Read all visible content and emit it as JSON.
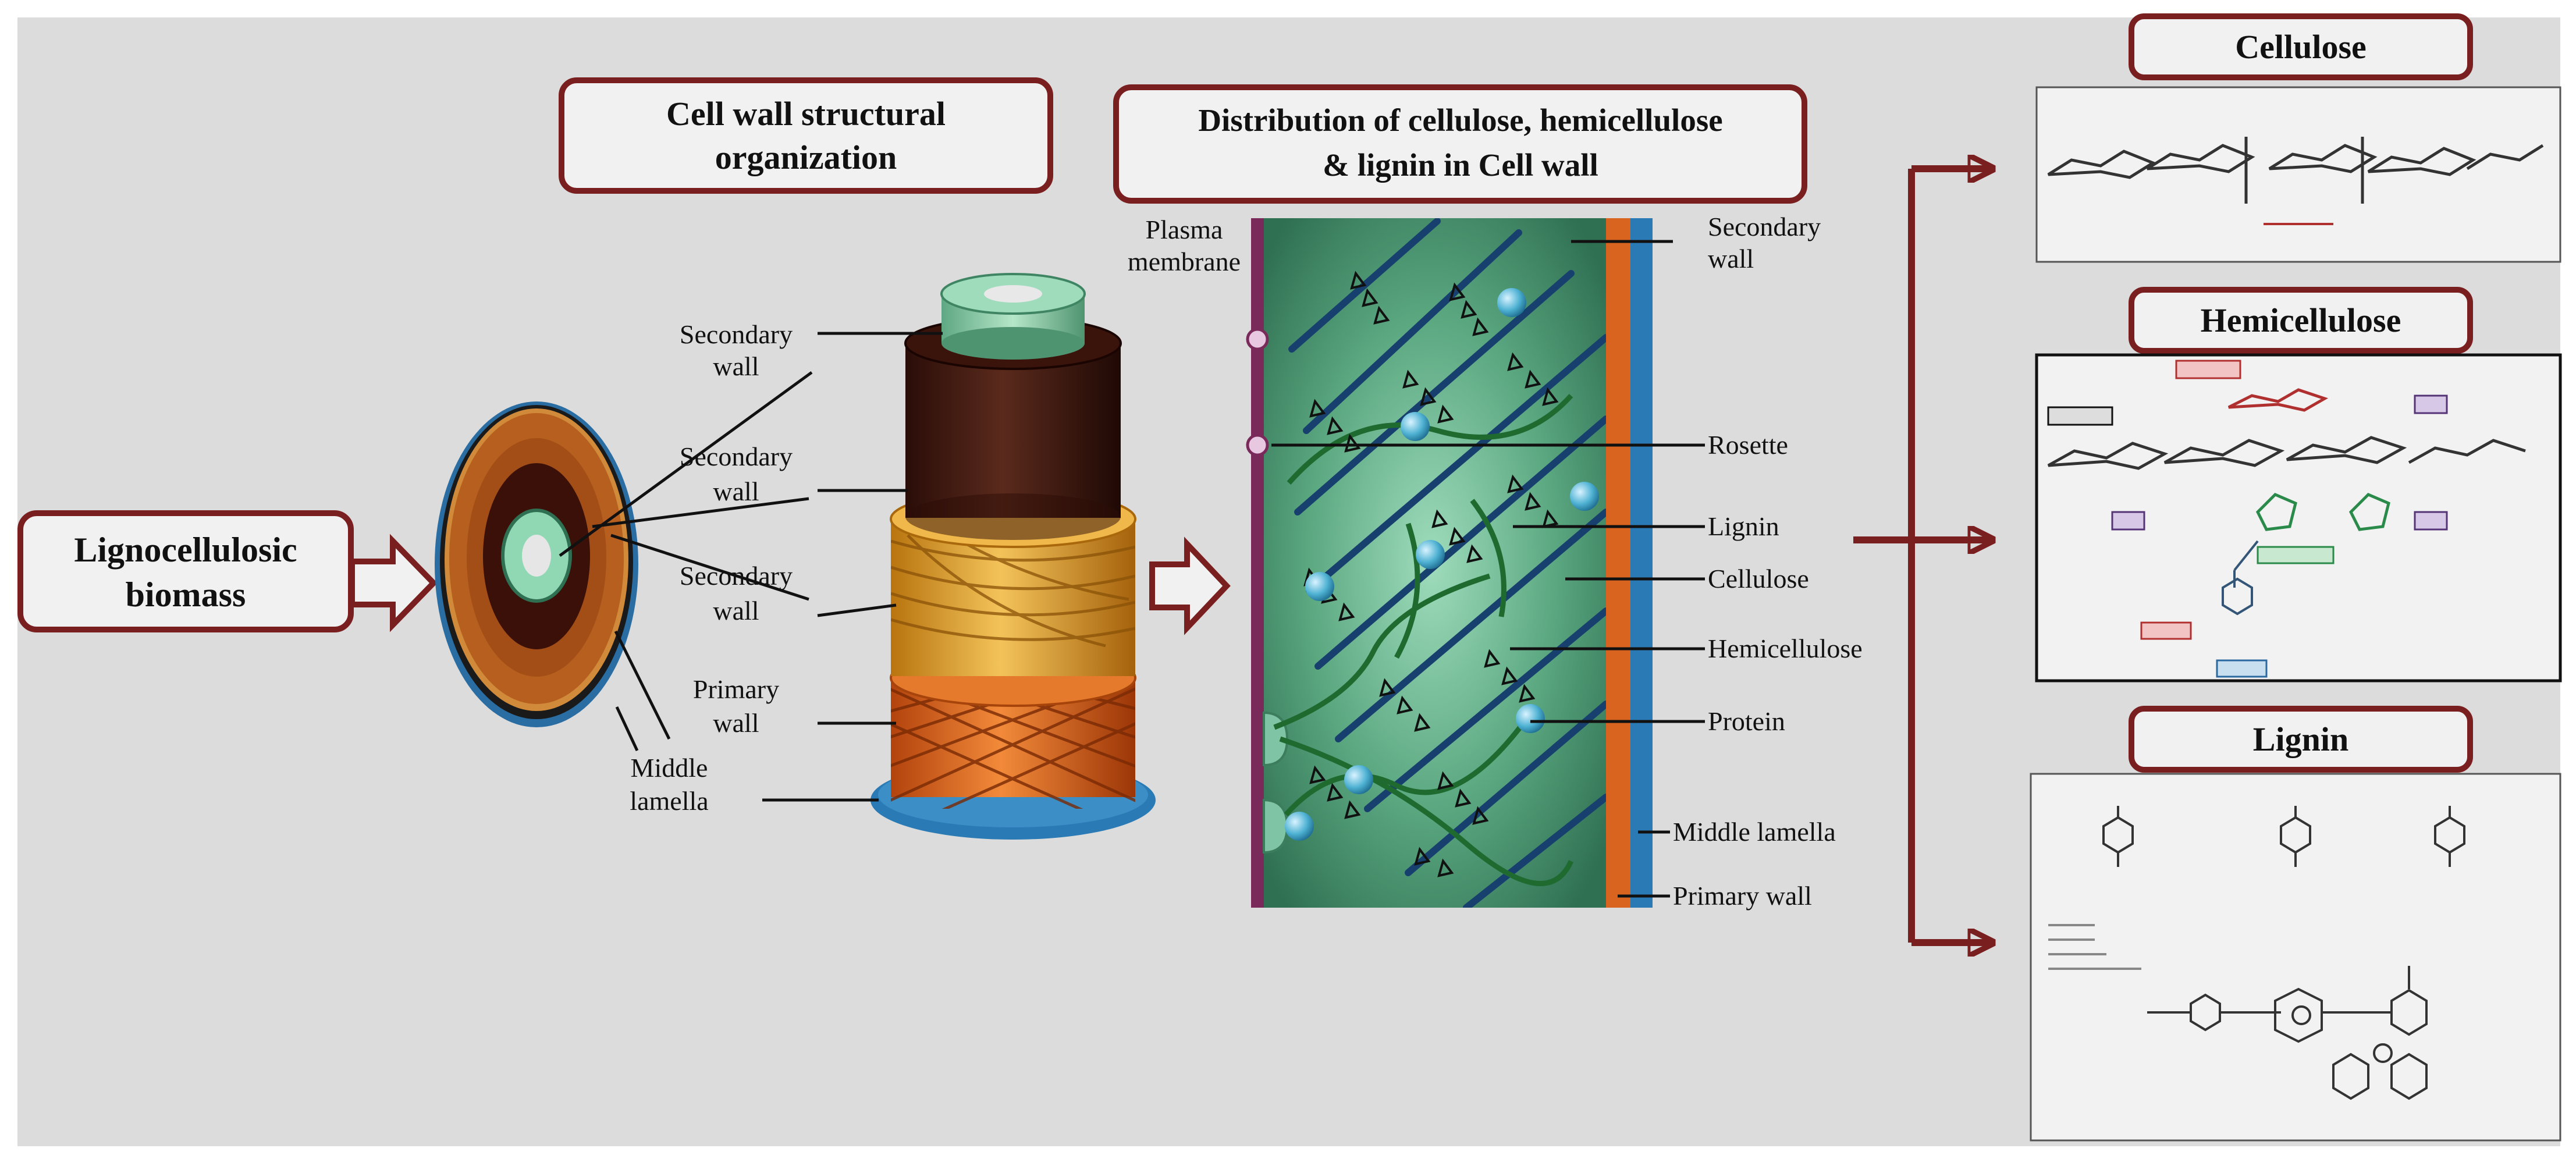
{
  "titles": {
    "biomass_line1": "Lignocellulosic",
    "biomass_line2": "biomass",
    "organization_line1": "Cell wall structural",
    "organization_line2": "organization",
    "distribution_line1": "Distribution of cellulose, hemicellulose",
    "distribution_line2": "& lignin in Cell wall",
    "cellulose": "Cellulose",
    "hemicellulose": "Hemicellulose",
    "lignin": "Lignin"
  },
  "layer_labels": {
    "secondary_wall_1_l1": "Secondary",
    "secondary_wall_1_l2": "wall",
    "secondary_wall_2_l1": "Secondary",
    "secondary_wall_2_l2": "wall",
    "secondary_wall_3_l1": "Secondary",
    "secondary_wall_3_l2": "wall",
    "primary_wall_l1": "Primary",
    "primary_wall_l2": "wall",
    "middle_lamella_l1": "Middle",
    "middle_lamella_l2": "lamella"
  },
  "wall_labels": {
    "plasma_membrane_l1": "Plasma",
    "plasma_membrane_l2": "membrane",
    "secondary_wall_l1": "Secondary",
    "secondary_wall_l2": "wall",
    "rosette": "Rosette",
    "lignin": "Lignin",
    "cellulose": "Cellulose",
    "hemicellulose": "Hemicellulose",
    "protein": "Protein",
    "middle_lamella": "Middle lamella",
    "primary_wall": "Primary wall"
  },
  "colors": {
    "background": "#dcdcdc",
    "box_border": "#7a1f1f",
    "arrow": "#7a1f1f",
    "wall_green": "#4f9a74",
    "fibril_blue": "#18406e",
    "hemicellulose_green": "#1f6b2f",
    "protein_blue": "#4fb2d3",
    "orange_layer": "#d8641f",
    "blue_layer": "#2a7bb5"
  }
}
